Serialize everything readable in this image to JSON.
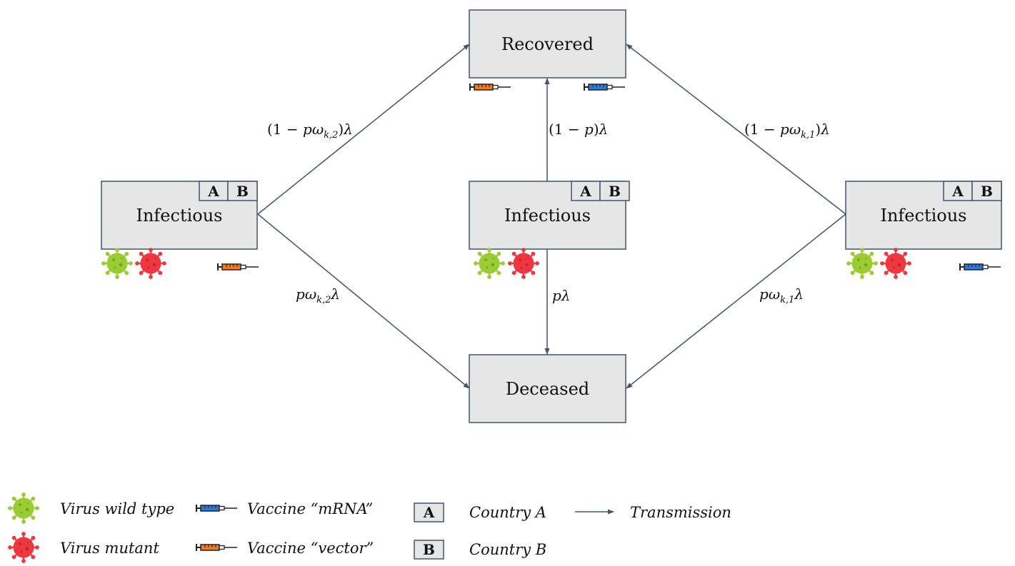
{
  "nodes": {
    "recovered": "Recovered",
    "deceased": "Deceased",
    "infectious_left": "Infectious",
    "infectious_center": "Infectious",
    "infectious_right": "Infectious"
  },
  "country_tags": {
    "a": "A",
    "b": "B"
  },
  "edges": {
    "left_recovered": {
      "open": "(1 − ",
      "p": "p",
      "omega": "ω",
      "sub": "k,2",
      "close": ")",
      "lambda": "λ"
    },
    "left_deceased": {
      "p": "p",
      "omega": "ω",
      "sub": "k,2",
      "lambda": "λ"
    },
    "center_recovered": {
      "open": "(1 − ",
      "p": "p",
      "close": ")",
      "lambda": "λ"
    },
    "center_deceased": {
      "p": "p",
      "lambda": "λ"
    },
    "right_recovered": {
      "open": "(1 − ",
      "p": "p",
      "omega": "ω",
      "sub": "k,1",
      "close": ")",
      "lambda": "λ"
    },
    "right_deceased": {
      "p": "p",
      "omega": "ω",
      "sub": "k,1",
      "lambda": "λ"
    }
  },
  "legend": {
    "virus_wild": "Virus wild type",
    "virus_mutant": "Virus mutant",
    "vaccine_mrna": "Vaccine “mRNA”",
    "vaccine_vector": "Vaccine “vector”",
    "country_a": "Country A",
    "country_b": "Country B",
    "transmission": "Transmission"
  },
  "colors": {
    "virus_wild": "#9acd32",
    "virus_mutant": "#f0373f",
    "vaccine_mrna": "#2c7ad6",
    "vaccine_vector": "#f47a20",
    "box_fill": "#e6e6e6",
    "stroke": "#44546a"
  },
  "icons": [
    "virus-icon",
    "syringe-icon"
  ]
}
